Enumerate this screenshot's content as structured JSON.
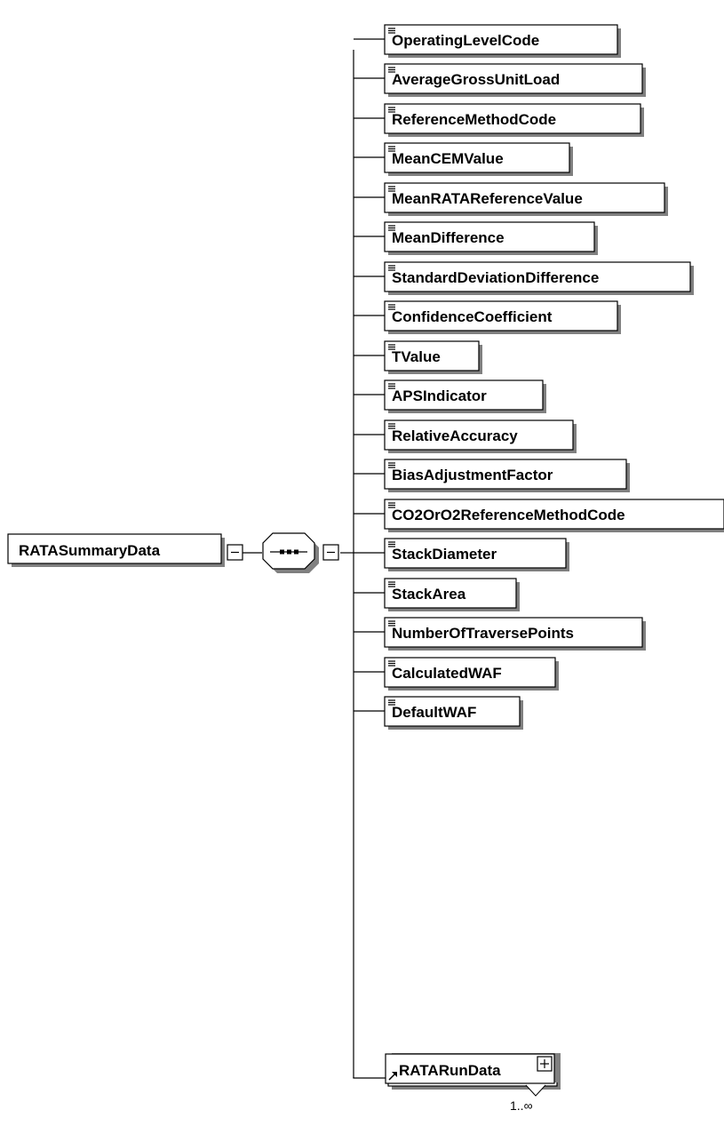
{
  "root": {
    "label": "RATASummaryData"
  },
  "compositor": {
    "type": "sequence"
  },
  "elements": [
    {
      "label": "OperatingLevelCode"
    },
    {
      "label": "AverageGrossUnitLoad"
    },
    {
      "label": "ReferenceMethodCode"
    },
    {
      "label": "MeanCEMValue"
    },
    {
      "label": "MeanRATAReferenceValue"
    },
    {
      "label": "MeanDifference"
    },
    {
      "label": "StandardDeviationDifference"
    },
    {
      "label": "ConfidenceCoefficient"
    },
    {
      "label": "TValue"
    },
    {
      "label": "APSIndicator"
    },
    {
      "label": "RelativeAccuracy"
    },
    {
      "label": "BiasAdjustmentFactor"
    },
    {
      "label": "CO2OrO2ReferenceMethodCode"
    },
    {
      "label": "StackDiameter"
    },
    {
      "label": "StackArea"
    },
    {
      "label": "NumberOfTraversePoints"
    },
    {
      "label": "CalculatedWAF"
    },
    {
      "label": "DefaultWAF"
    }
  ],
  "ref_element": {
    "label": "RATARunData",
    "occurrence": "1..∞"
  },
  "colors": {
    "line": "#000000",
    "box_fill": "#ffffff",
    "shadow": "#808080"
  }
}
